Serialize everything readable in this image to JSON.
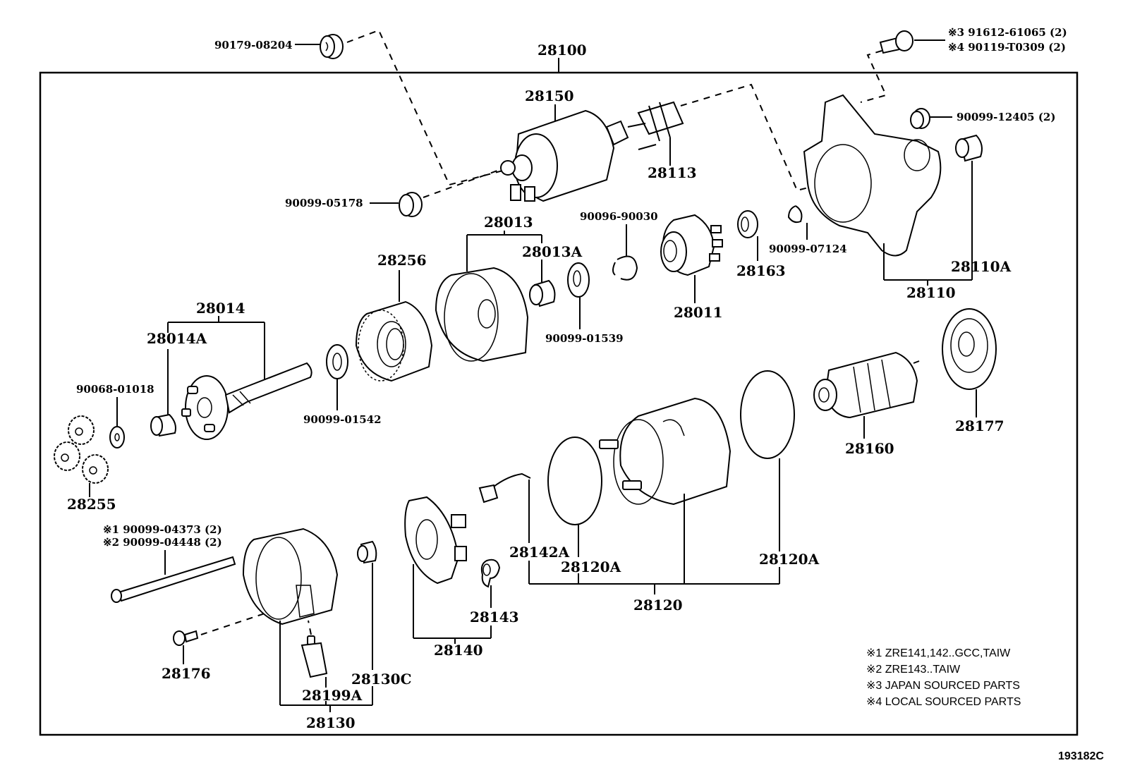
{
  "diagram": {
    "title": "Starter assembly exploded parts diagram",
    "figure_code": "193182C",
    "assembly_label": "28100",
    "labels": {
      "p90179_08204": "90179-08204",
      "p28100": "28100",
      "p28150": "28150",
      "p28113": "28113",
      "p90099_05178": "90099-05178",
      "p91612_61065": "※3 91612-61065 (2)",
      "p90119_T0309": "※4 90119-T0309 (2)",
      "p90099_12405": "90099-12405 (2)",
      "p28013": "28013",
      "p28013A": "28013A",
      "p90096_90030": "90096-90030",
      "p28011": "28011",
      "p28163": "28163",
      "p90099_07124": "90099-07124",
      "p28110A": "28110A",
      "p28110": "28110",
      "p28256": "28256",
      "p28014": "28014",
      "p28014A": "28014A",
      "p90068_01018": "90068-01018",
      "p90099_01542": "90099-01542",
      "p90099_01539": "90099-01539",
      "p28255": "28255",
      "p28160": "28160",
      "p28177": "28177",
      "p90099_04373": "※1 90099-04373 (2)",
      "p90099_04448": "※2 90099-04448 (2)",
      "p28142A": "28142A",
      "p28120A_left": "28120A",
      "p28120A_right": "28120A",
      "p28120": "28120",
      "p28143": "28143",
      "p28140": "28140",
      "p28176": "28176",
      "p28130C": "28130C",
      "p28199A": "28199A",
      "p28130": "28130"
    },
    "notes": [
      "※1 ZRE141,142..GCC,TAIW",
      "※2 ZRE143..TAIW",
      "※3 JAPAN SOURCED PARTS",
      "※4 LOCAL SOURCED PARTS"
    ]
  }
}
